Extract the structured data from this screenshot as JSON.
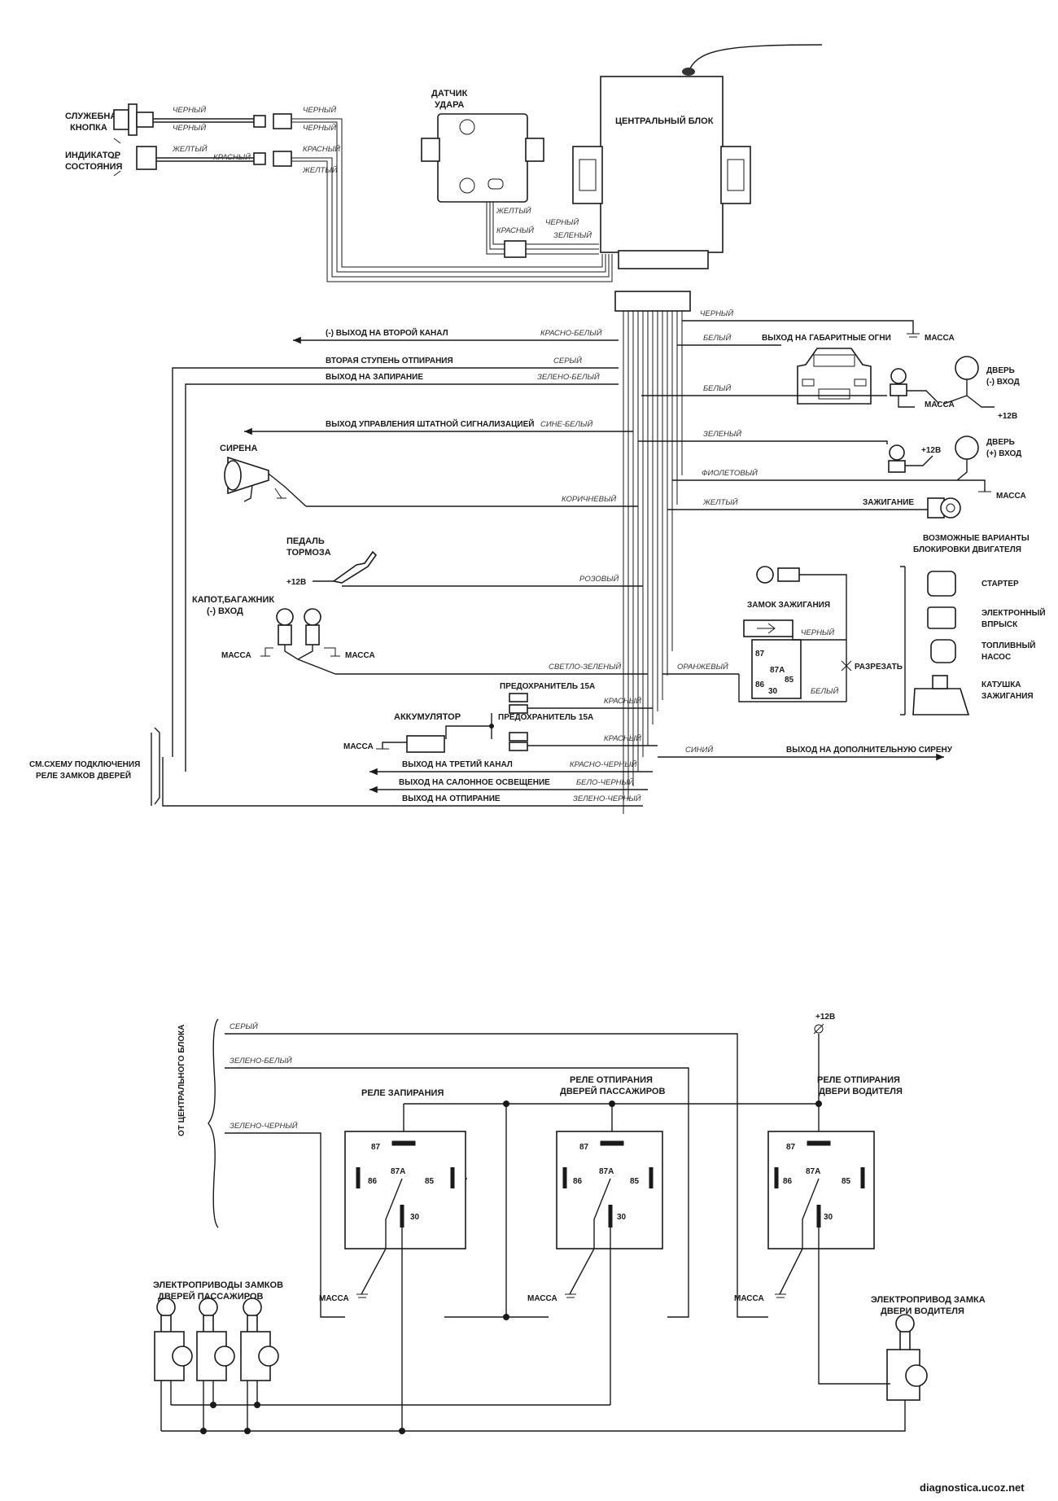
{
  "top": {
    "central_unit": "ЦЕНТРАЛЬНЫЙ БЛОК",
    "shock_sensor": [
      "ДАТЧИК",
      "УДАРА"
    ],
    "service_button": [
      "СЛУЖЕБНАЯ",
      "КНОПКА"
    ],
    "status_indicator": [
      "ИНДИКАТОР",
      "СОСТОЯНИЯ"
    ],
    "siren": "СИРЕНА",
    "brake_pedal": [
      "ПЕДАЛЬ",
      "ТОРМОЗА"
    ],
    "hood_trunk": [
      "КАПОТ,БАГАЖНИК",
      "(-) ВХОД"
    ],
    "ground": "МАССА",
    "plus12": "+12В",
    "battery": "АККУМУЛЯТОР",
    "fuse1": "ПРЕДОХРАНИТЕЛЬ 15А",
    "fuse2": "ПРЕДОХРАНИТЕЛЬ 15А",
    "door_relay_ref": [
      "СМ.СХЕМУ ПОДКЛЮЧЕНИЯ",
      "РЕЛЕ ЗАМКОВ ДВЕРЕЙ"
    ],
    "parking_lights": "ВЫХОД НА ГАБАРИТНЫЕ ОГНИ",
    "door_minus": [
      "ДВЕРЬ",
      "(-) ВХОД"
    ],
    "door_plus": [
      "ДВЕРЬ",
      "(+) ВХОД"
    ],
    "ignition": "ЗАЖИГАНИЕ",
    "ignition_lock": "ЗАМОК ЗАЖИГАНИЯ",
    "cut": "РАЗРЕЗАТЬ",
    "blocking_title": [
      "ВОЗМОЖНЫЕ ВАРИАНТЫ",
      "БЛОКИРОВКИ ДВИГАТЕЛЯ"
    ],
    "starter": "СТАРТЕР",
    "injection": [
      "ЭЛЕКТРОННЫЙ",
      "ВПРЫСК"
    ],
    "fuel_pump": [
      "ТОПЛИВНЫЙ",
      "НАСОС"
    ],
    "ignition_coil": [
      "КАТУШКА",
      "ЗАЖИГАНИЯ"
    ],
    "outputs": {
      "second_channel": "(-) ВЫХОД НА ВТОРОЙ КАНАЛ",
      "second_unlock": "ВТОРАЯ СТУПЕНЬ ОТПИРАНИЯ",
      "lock": "ВЫХОД НА ЗАПИРАНИЕ",
      "oem_alarm": "ВЫХОД УПРАВЛЕНИЯ ШТАТНОЙ СИГНАЛИЗАЦИЕЙ",
      "third_channel": "ВЫХОД НА ТРЕТИЙ КАНАЛ",
      "interior_light": "ВЫХОД НА САЛОННОЕ ОСВЕЩЕНИЕ",
      "unlock": "ВЫХОД НА ОТПИРАНИЕ",
      "extra_siren": "ВЫХОД НА ДОПОЛНИТЕЛЬНУЮ СИРЕНУ"
    },
    "wires": {
      "black": "ЧЕРНЫЙ",
      "yellow": "ЖЕЛТЫЙ",
      "red": "КРАСНЫЙ",
      "green": "ЗЕЛЕНЫЙ",
      "red_white": "КРАСНО-БЕЛЫЙ",
      "grey": "СЕРЫЙ",
      "green_white": "ЗЕЛЕНО-БЕЛЫЙ",
      "blue_white": "СИНЕ-БЕЛЫЙ",
      "brown": "КОРИЧНЕВЫЙ",
      "pink": "РОЗОВЫЙ",
      "light_green": "СВЕТЛО-ЗЕЛЕНЫЙ",
      "red_black": "КРАСНО-ЧЕРНЫЙ",
      "white_black": "БЕЛО-ЧЕРНЫЙ",
      "green_black": "ЗЕЛЕНО-ЧЕРНЫЙ",
      "white": "БЕЛЫЙ",
      "violet": "ФИОЛЕТОВЫЙ",
      "orange": "ОРАНЖЕВЫЙ",
      "blue": "СИНИЙ"
    }
  },
  "bottom": {
    "from_central": "ОТ ЦЕНТРАЛЬНОГО БЛОКА",
    "wire_grey": "СЕРЫЙ",
    "wire_green_white": "ЗЕЛЕНО-БЕЛЫЙ",
    "wire_green_black": "ЗЕЛЕНО-ЧЕРНЫЙ",
    "plus12": "+12В",
    "relay_lock": "РЕЛЕ ЗАПИРАНИЯ",
    "relay_pass": [
      "РЕЛЕ ОТПИРАНИЯ",
      "ДВЕРЕЙ ПАССАЖИРОВ"
    ],
    "relay_driver": [
      "РЕЛЕ ОТПИРАНИЯ",
      "ДВЕРИ ВОДИТЕЛЯ"
    ],
    "ground": "МАССА",
    "pins": [
      "87",
      "87А",
      "86",
      "85",
      "30"
    ],
    "pass_actuators": [
      "ЭЛЕКТРОПРИВОДЫ ЗАМКОВ",
      "ДВЕРЕЙ ПАССАЖИРОВ"
    ],
    "driver_actuator": [
      "ЭЛЕКТРОПРИВОД ЗАМКА",
      "ДВЕРИ ВОДИТЕЛЯ"
    ]
  },
  "footer": "diagnostica.ucoz.net"
}
